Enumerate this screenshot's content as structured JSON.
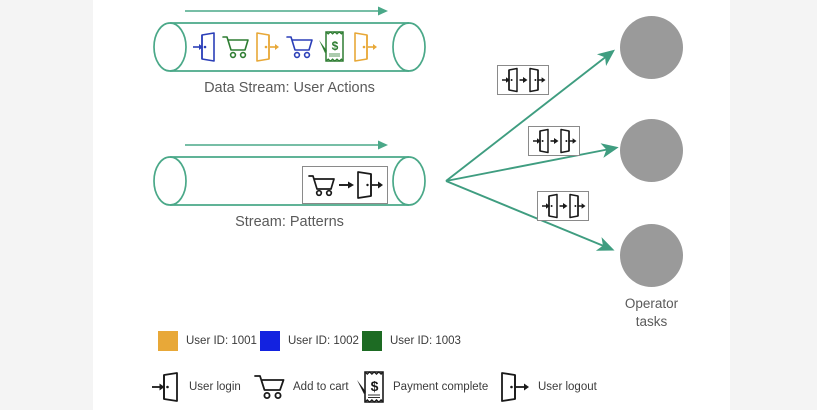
{
  "page": {
    "background": "#f4f4f4",
    "sheet_background": "#ffffff",
    "accent_green": "#4aa888",
    "circle_gray": "#9a9a9a",
    "text_gray": "#5a5a5a"
  },
  "streams": [
    {
      "id": "user-actions",
      "label": "Data Stream: User Actions",
      "flow_arrow": true,
      "events": [
        {
          "icon": "user-login-icon",
          "color": "#2b3fb8",
          "user": "User ID: 1002"
        },
        {
          "icon": "add-to-cart-icon",
          "color": "#2e7d32",
          "user": "User ID: 1003"
        },
        {
          "icon": "user-logout-icon",
          "color": "#e8a838",
          "user": "User ID: 1001"
        },
        {
          "icon": "add-to-cart-icon",
          "color": "#2b3fb8",
          "user": "User ID: 1002"
        },
        {
          "icon": "payment-complete-icon",
          "color": "#2e7d32",
          "user": "User ID: 1003"
        },
        {
          "icon": "user-login-icon",
          "color": "#e8a838",
          "user": "User ID: 1001"
        }
      ]
    },
    {
      "id": "patterns",
      "label": "Stream: Patterns",
      "flow_arrow": true,
      "pattern_box": {
        "from_icon": "add-to-cart-icon",
        "to_icon": "user-logout-icon",
        "color": "#1a1a1a"
      }
    }
  ],
  "pattern_boxes": [
    {
      "id": "pattern-box-1",
      "from_icon": "user-login-icon",
      "to_icon": "user-logout-icon"
    },
    {
      "id": "pattern-box-2",
      "from_icon": "user-login-icon",
      "to_icon": "user-logout-icon"
    },
    {
      "id": "pattern-box-3",
      "from_icon": "user-login-icon",
      "to_icon": "user-logout-icon"
    }
  ],
  "operators": {
    "label_line1": "Operator",
    "label_line2": "tasks",
    "count": 3,
    "color": "#9a9a9a"
  },
  "user_legend": [
    {
      "color": "#e8a838",
      "label": "User ID: 1001"
    },
    {
      "color": "#1322e0",
      "label": "User ID: 1002"
    },
    {
      "color": "#1d6b23",
      "label": "User ID: 1003"
    }
  ],
  "icon_legend": [
    {
      "icon": "user-login-icon",
      "label": "User login"
    },
    {
      "icon": "add-to-cart-icon",
      "label": "Add to cart"
    },
    {
      "icon": "payment-complete-icon",
      "label": "Payment complete"
    },
    {
      "icon": "user-logout-icon",
      "label": "User logout"
    }
  ]
}
